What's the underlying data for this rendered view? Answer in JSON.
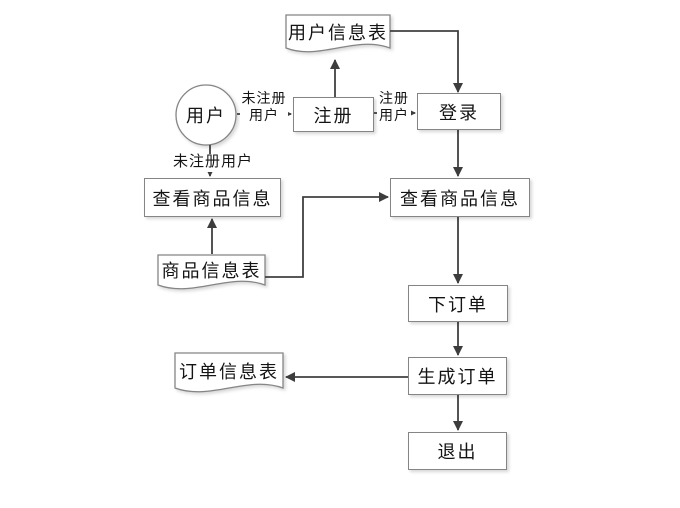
{
  "diagram": {
    "type": "flowchart",
    "nodes": {
      "user_info_table": {
        "label": "用户信息表",
        "shape": "document"
      },
      "user_actor": {
        "label": "用户",
        "shape": "circle"
      },
      "register": {
        "label": "注册",
        "shape": "process"
      },
      "login": {
        "label": "登录",
        "shape": "process"
      },
      "view_products_guest": {
        "label": "查看商品信息",
        "shape": "process"
      },
      "product_info_table": {
        "label": "商品信息表",
        "shape": "document"
      },
      "view_products": {
        "label": "查看商品信息",
        "shape": "process"
      },
      "place_order": {
        "label": "下订单",
        "shape": "process"
      },
      "generate_order": {
        "label": "生成订单",
        "shape": "process"
      },
      "order_info_table": {
        "label": "订单信息表",
        "shape": "document"
      },
      "exit": {
        "label": "退出",
        "shape": "process"
      }
    },
    "edge_labels": {
      "unregistered_to_register": {
        "line1": "未注册",
        "line2": "用户"
      },
      "registered_to_login": {
        "line1": "注册",
        "line2": "用户"
      },
      "unregistered_to_view": {
        "text": "未注册用户"
      }
    },
    "colors": {
      "background": "#ffffff",
      "shape_border": "#858585",
      "edge_line": "#404040",
      "text": "#141414"
    }
  }
}
